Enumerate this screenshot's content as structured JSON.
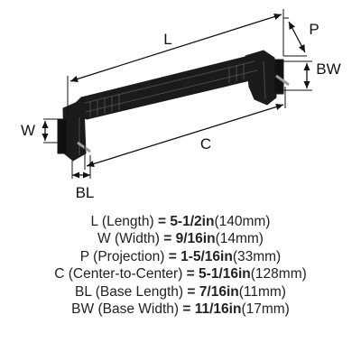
{
  "diagram": {
    "labels": {
      "L": "L",
      "P": "P",
      "BW": "BW",
      "W": "W",
      "C": "C",
      "BL": "BL"
    }
  },
  "specs": [
    {
      "code": "L",
      "name": "(Length)",
      "eq": " = ",
      "value": "5-1/2",
      "unit": "in",
      "metric": "(140mm)"
    },
    {
      "code": "W",
      "name": "(Width)",
      "eq": " = ",
      "value": "9/16",
      "unit": "in",
      "metric": "(14mm)"
    },
    {
      "code": "P",
      "name": "(Projection)",
      "eq": " = ",
      "value": "1-5/16",
      "unit": "in",
      "metric": "(33mm)"
    },
    {
      "code": "C",
      "name": "(Center-to-Center)",
      "eq": " = ",
      "value": "5-1/16",
      "unit": "in",
      "metric": "(128mm)"
    },
    {
      "code": "BL",
      "name": "(Base Length)",
      "eq": " = ",
      "value": "7/16",
      "unit": "in",
      "metric": "(11mm)"
    },
    {
      "code": "BW",
      "name": "(Base Width)",
      "eq": " = ",
      "value": "11/16",
      "unit": "in",
      "metric": "(17mm)"
    }
  ]
}
